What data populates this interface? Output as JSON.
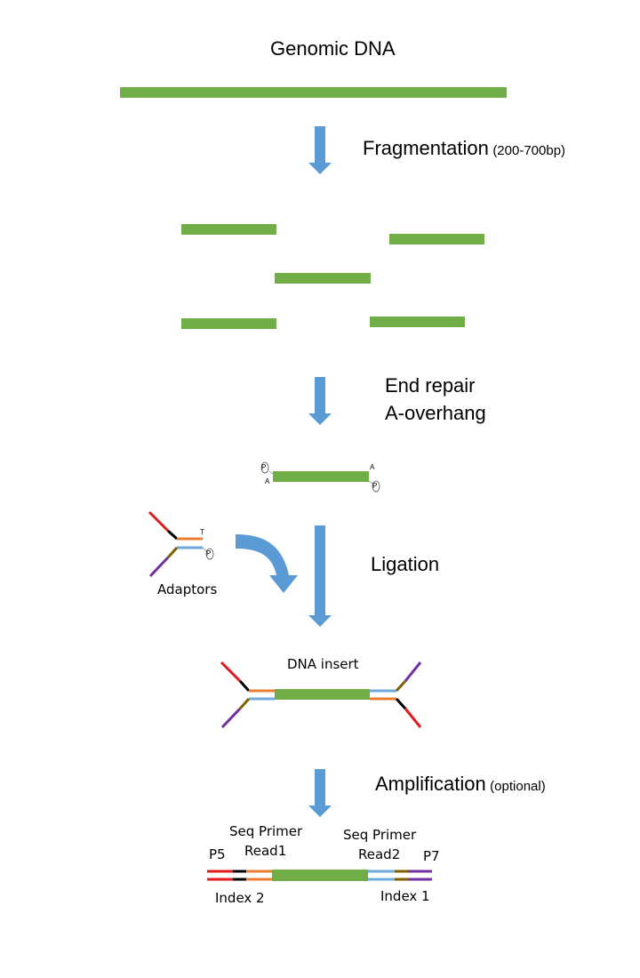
{
  "title": "Genomic DNA",
  "steps": {
    "fragmentation": {
      "label": "Fragmentation",
      "note": "(200-700bp)"
    },
    "end_repair": {
      "line1": "End repair",
      "line2": "A-overhang"
    },
    "ligation": {
      "label": "Ligation"
    },
    "amplification": {
      "label": "Amplification",
      "note": "(optional)"
    }
  },
  "labels": {
    "adaptors": "Adaptors",
    "dna_insert": "DNA insert",
    "seq_primer_read1": [
      "Seq Primer",
      "Read1"
    ],
    "seq_primer_read2": [
      "Seq Primer",
      "Read2"
    ],
    "p5": "P5",
    "p7": "P7",
    "index2": "Index 2",
    "index1": "Index 1",
    "a_left": "A",
    "a_right": "A",
    "t_adaptor": "T",
    "phosphate": "P"
  },
  "colors": {
    "dna": "#70ad47",
    "arrow": "#5b9bd5",
    "red": "#e31a1c",
    "black": "#000000",
    "orange": "#ed7d31",
    "blue": "#6fa8dc",
    "olive": "#7f6000",
    "purple": "#7030a0"
  }
}
